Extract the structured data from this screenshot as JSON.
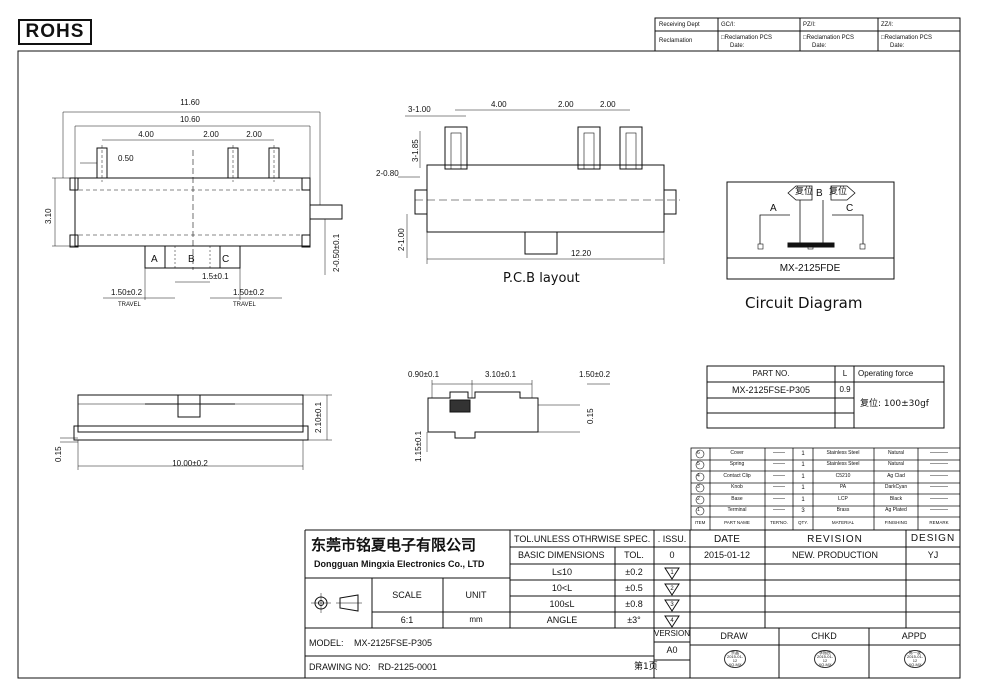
{
  "header": {
    "rohs": "ROHS",
    "receiving_dept": "Receiving Dept",
    "reclamation": "Reclamation",
    "cols": [
      "GC/I:",
      "PZ/I:",
      "ZZ/I:"
    ],
    "reclamation_pcs": "□Reclamation  PCS",
    "date": "Date:"
  },
  "top_view": {
    "dims": [
      "11.60",
      "10.60",
      "4.00",
      "2.00",
      "2.00",
      "0.50",
      "3.10",
      "2-0.50±0.1",
      "1.5±0.1",
      "1.50±0.2",
      "1.50±0.2"
    ],
    "positions": [
      "A",
      "B",
      "C"
    ],
    "travel": "TRAVEL"
  },
  "pcb": {
    "dims": [
      "3-1.00",
      "4.00",
      "2.00",
      "2.00",
      "3-1.85",
      "2-0.80",
      "2-1.00",
      "12.20"
    ],
    "label": "P.C.B  layout"
  },
  "circuit": {
    "reset_left": "复位",
    "reset_right": "复位",
    "positions": [
      "A",
      "B",
      "C"
    ],
    "model": "MX-2125FDE",
    "label": "Circuit  Diagram"
  },
  "side_view": {
    "dims": [
      "10.00±0.2",
      "2.10±0.1",
      "0.15"
    ]
  },
  "end_view": {
    "dims": [
      "0.90±0.1",
      "3.10±0.1",
      "1.50±0.2",
      "0.15",
      "1.15±0.1"
    ]
  },
  "part_table": {
    "header": [
      "PART NO.",
      "L",
      "Operating force"
    ],
    "part": "MX-2125FSE-P305",
    "l": "0.9",
    "force": "复位:  100±30gf"
  },
  "bom": {
    "rows": [
      {
        "item": "6",
        "name": "Cover",
        "tern": "——",
        "qty": "1",
        "material": "Stainless Steel",
        "finish": "Natural",
        "remark": "———"
      },
      {
        "item": "5",
        "name": "Spring",
        "tern": "——",
        "qty": "1",
        "material": "Stainless Steel",
        "finish": "Natural",
        "remark": "———"
      },
      {
        "item": "4",
        "name": "Contact Clip",
        "tern": "——",
        "qty": "1",
        "material": "C5210",
        "finish": "Ag Clad",
        "remark": "———"
      },
      {
        "item": "3",
        "name": "Knob",
        "tern": "——",
        "qty": "1",
        "material": "PA",
        "finish": "DarkCyan",
        "remark": "———"
      },
      {
        "item": "2",
        "name": "Base",
        "tern": "——",
        "qty": "1",
        "material": "LCP",
        "finish": "Black",
        "remark": "———"
      },
      {
        "item": "1",
        "name": "Terminal",
        "tern": "——",
        "qty": "3",
        "material": "Brass",
        "finish": "Ag Plated",
        "remark": "———"
      }
    ],
    "headers": [
      "ITEM",
      "PART NAME",
      "TER'NO.",
      "QTY.",
      "MATERIAL",
      "FINISHING",
      "REMARK"
    ]
  },
  "title_block": {
    "company_cn": "东莞市铭夏电子有限公司",
    "company_en": "Dongguan Mingxia Electronics Co., LTD",
    "tol_header": "TOL.UNLESS OTHRWISE SPEC.",
    "basic_dims": "BASIC DIMENSIONS",
    "tol": "TOL.",
    "tol_rows": [
      {
        "range": "L≤10",
        "val": "±0.2"
      },
      {
        "range": "10<L",
        "val": "±0.5"
      },
      {
        "range": "100≤L",
        "val": "±0.8"
      },
      {
        "range": "ANGLE",
        "val": "±3°"
      }
    ],
    "scale_label": "SCALE",
    "unit_label": "UNIT",
    "scale": "6:1",
    "unit": "mm",
    "issu": ". ISSU.",
    "issu_val": "0",
    "rev_markers": [
      "1",
      "2",
      "3",
      "4"
    ],
    "date_label": "DATE",
    "date": "2015-01-12",
    "revision_label": "REVISION",
    "revision": "NEW. PRODUCTION",
    "design_label": "DESIGN",
    "design": "YJ",
    "version_label": "VERSION",
    "version": "A0",
    "draw": "DRAW",
    "chkd": "CHKD",
    "appd": "APPD",
    "stamps": [
      "余晶\n2015-01-12\nXQ-MX",
      "李振民\n2015-01-12\nXQ-MX",
      "陈一波\n2015-01-12\nXQ-MX"
    ],
    "model_label": "MODEL:",
    "model": "MX-2125FSE-P305",
    "drawing_no_label": "DRAWING NO:",
    "drawing_no": "RD-2125-0001",
    "page": "第1页"
  }
}
